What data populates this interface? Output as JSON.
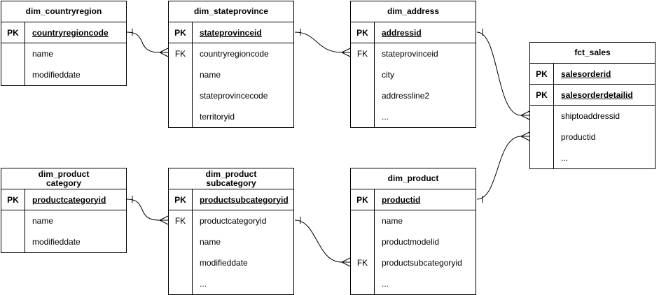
{
  "colors": {
    "line": "#000000",
    "fill": "#ffffff",
    "text": "#000000"
  },
  "tables": [
    {
      "title": "dim_countryregion",
      "rows": [
        {
          "key": "PK",
          "field": "countryregioncode"
        },
        {
          "key": "",
          "field": "name"
        },
        {
          "key": "",
          "field": "modifieddate"
        }
      ]
    },
    {
      "title": "dim_stateprovince",
      "rows": [
        {
          "key": "PK",
          "field": "stateprovinceid"
        },
        {
          "key": "FK",
          "field": "countryregioncode"
        },
        {
          "key": "",
          "field": "name"
        },
        {
          "key": "",
          "field": "stateprovincecode"
        },
        {
          "key": "",
          "field": "territoryid"
        }
      ]
    },
    {
      "title": "dim_address",
      "rows": [
        {
          "key": "PK",
          "field": "addressid"
        },
        {
          "key": "FK",
          "field": "stateprovinceid"
        },
        {
          "key": "",
          "field": "city"
        },
        {
          "key": "",
          "field": "addressline2"
        },
        {
          "key": "",
          "field": "..."
        }
      ]
    },
    {
      "title": "fct_sales",
      "rows": [
        {
          "key": "PK",
          "field": "salesorderid"
        },
        {
          "key": "PK",
          "field": "salesorderdetailid"
        },
        {
          "key": "",
          "field": "shiptoaddressid"
        },
        {
          "key": "",
          "field": "productid"
        },
        {
          "key": "",
          "field": "..."
        }
      ]
    },
    {
      "title": "dim_product\ncategory",
      "rows": [
        {
          "key": "PK",
          "field": "productcategoryid"
        },
        {
          "key": "",
          "field": "name"
        },
        {
          "key": "",
          "field": "modifieddate"
        }
      ]
    },
    {
      "title": "dim_product\nsubcategory",
      "rows": [
        {
          "key": "PK",
          "field": "productsubcategoryid"
        },
        {
          "key": "FK",
          "field": "productcategoryid"
        },
        {
          "key": "",
          "field": "name"
        },
        {
          "key": "",
          "field": "modifieddate"
        },
        {
          "key": "",
          "field": "..."
        }
      ]
    },
    {
      "title": "dim_product",
      "rows": [
        {
          "key": "PK",
          "field": "productid"
        },
        {
          "key": "",
          "field": "name"
        },
        {
          "key": "",
          "field": "productmodelid"
        },
        {
          "key": "FK",
          "field": "productsubcategoryid"
        },
        {
          "key": "",
          "field": "..."
        }
      ]
    }
  ],
  "relationships": [
    {
      "from": "dim_countryregion",
      "to": "dim_stateprovince",
      "from_cardinality": "one",
      "to_cardinality": "many"
    },
    {
      "from": "dim_stateprovince",
      "to": "dim_address",
      "from_cardinality": "one",
      "to_cardinality": "many"
    },
    {
      "from": "dim_address",
      "to": "fct_sales",
      "from_cardinality": "one",
      "to_cardinality": "many"
    },
    {
      "from": "dim_product",
      "to": "fct_sales",
      "from_cardinality": "one",
      "to_cardinality": "many"
    },
    {
      "from": "dim_product category",
      "to": "dim_product subcategory",
      "from_cardinality": "one",
      "to_cardinality": "many"
    },
    {
      "from": "dim_product subcategory",
      "to": "dim_product",
      "from_cardinality": "one",
      "to_cardinality": "many"
    }
  ]
}
